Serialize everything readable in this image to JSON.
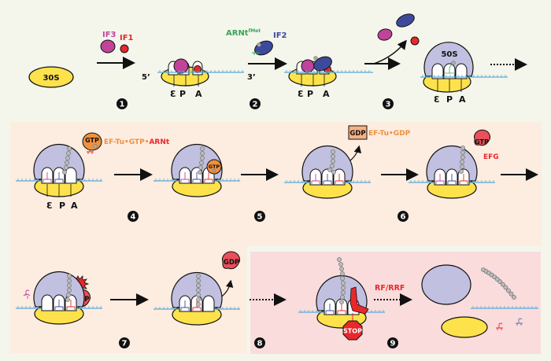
{
  "title": "Bacterial translation: initiation, elongation and termination",
  "colors": {
    "page_bg": "#f4f6ec",
    "elongation_panel": "#fdece0",
    "termination_panel": "#fadcdc",
    "small_subunit": "#fde24b",
    "large_subunit": "#c1c0e0",
    "if3": "#c1439a",
    "if1": "#e8282b",
    "if2": "#3d4a9c",
    "trna_fmet": "#3aa756",
    "ef_tu": "#f0913c",
    "efg": "#e8505a",
    "mrna": "#5aa9d6",
    "label_orange": "#f0913c",
    "label_red": "#e8282b",
    "label_blue": "#3d4a9c",
    "label_green": "#3aa756"
  },
  "initiation": {
    "small_subunit_label": "30S",
    "if3_label": "IF3",
    "if1_label": "IF1",
    "trna_label": "ARNt",
    "trna_superscript": "fMet",
    "if2_label": "IF2",
    "five_prime": "5’",
    "three_prime": "3’",
    "large_subunit_label": "50S"
  },
  "sites": {
    "e": "Ɛ",
    "p": "P",
    "a": "A"
  },
  "elongation": {
    "tu_complex_gtp": "GTP",
    "tu_complex_prefix": "EF-Tu•GTP•",
    "tu_complex_suffix": "ARNt",
    "gdp_box": "GDP",
    "tu_gdp_label": "EF-Tu•GDP",
    "efg_gtp": "GTP",
    "efg_label": "EFG",
    "efg_gdp": "GDP"
  },
  "termination": {
    "factor_label": "RF/RRF",
    "stop_label": "STOP"
  },
  "steps": [
    "❶",
    "❷",
    "❸",
    "❹",
    "❺",
    "❻",
    "❼",
    "❽",
    "❾"
  ]
}
